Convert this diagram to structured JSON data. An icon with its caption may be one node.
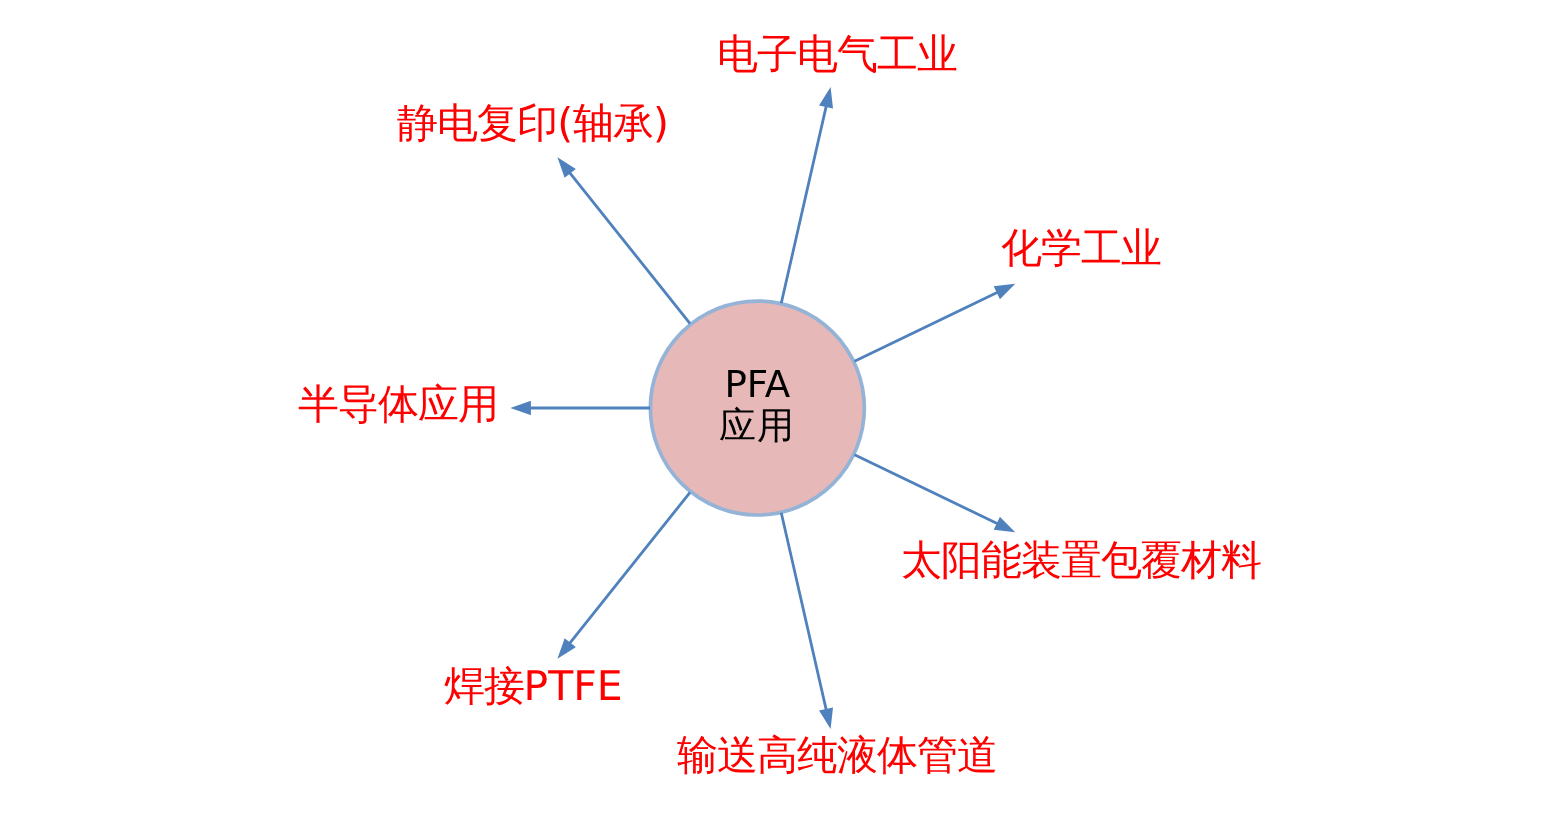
{
  "diagram": {
    "nodes": [
      {
        "text": [
          "PFA",
          "应用"
        ]
      },
      {
        "text": [
          "化学工业"
        ]
      },
      {
        "text": [
          "电子电气工业"
        ]
      },
      {
        "text": [
          "静电复印(轴承)"
        ]
      },
      {
        "text": [
          "半导体应用"
        ]
      },
      {
        "text": [
          "焊接PTFE"
        ]
      },
      {
        "text": [
          "输送高纯液体管道"
        ]
      },
      {
        "text": [
          "太阳能装置包覆材料"
        ]
      }
    ],
    "edges": [
      {
        "from": 0,
        "to": 1,
        "arrow": "to"
      },
      {
        "from": 0,
        "to": 2,
        "arrow": "to"
      },
      {
        "from": 0,
        "to": 3,
        "arrow": "to"
      },
      {
        "from": 0,
        "to": 4,
        "arrow": "to"
      },
      {
        "from": 0,
        "to": 5,
        "arrow": "to"
      },
      {
        "from": 0,
        "to": 6,
        "arrow": "to"
      },
      {
        "from": 0,
        "to": 7,
        "arrow": "to"
      }
    ]
  }
}
